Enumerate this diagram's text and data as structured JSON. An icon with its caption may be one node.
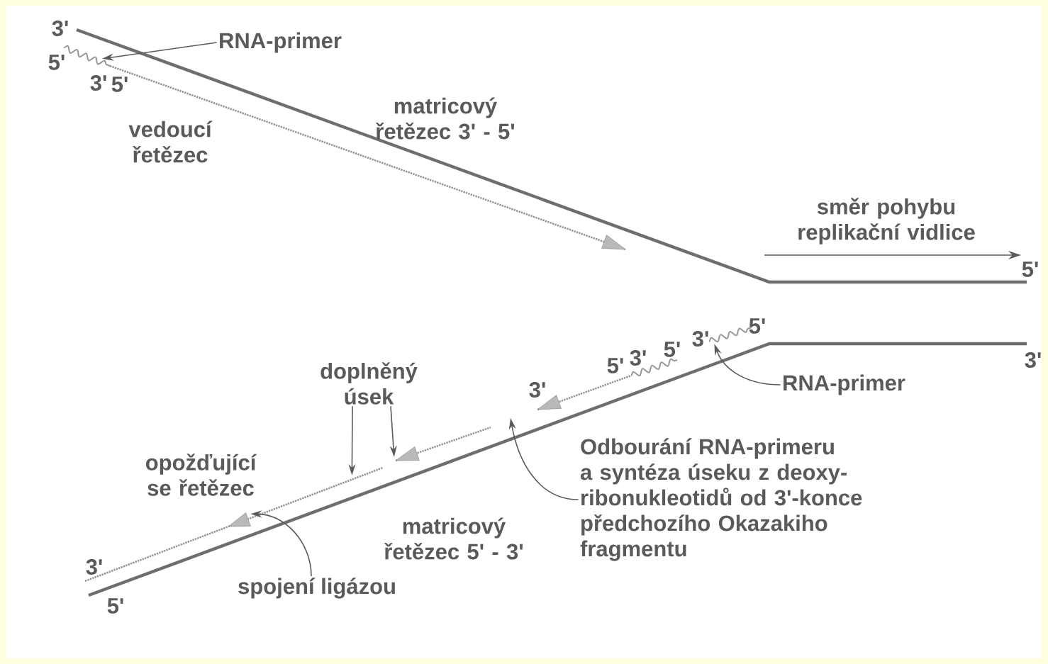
{
  "diagram": {
    "nodes": [
      {
        "text": [
          "RNA-primer"
        ]
      },
      {
        "text": [
          "RNA-primer"
        ]
      },
      {
        "text": [
          "doplněný úsek"
        ]
      },
      {
        "text": [
          "Odbourání RNA-primeru a syntéza úseku z deoxy-ribonukleotidů od 3'-konce předchozího Okazakiho fragmentu"
        ]
      },
      {
        "text": [
          "spojení ligázou"
        ]
      },
      {
        "text": [],
        "shape": "line"
      },
      {
        "text": [],
        "shape": "line"
      },
      {
        "text": [],
        "shape": "line"
      },
      {
        "text": [],
        "shape": "line"
      },
      {
        "text": [],
        "shape": "line"
      },
      {
        "text": [],
        "shape": "line"
      },
      {
        "text": [],
        "shape": "line"
      }
    ],
    "edges": [
      {
        "from": 0,
        "to": 5,
        "arrow": "to"
      },
      {
        "from": 1,
        "to": 6,
        "arrow": "to"
      },
      {
        "from": 2,
        "to": 8,
        "arrow": "to"
      },
      {
        "from": 2,
        "to": 7,
        "arrow": "to"
      },
      {
        "from": 3,
        "to": null,
        "arrow": "to"
      },
      {
        "from": 4,
        "to": 8,
        "arrow": "to"
      }
    ],
    "labels": [
      "3'",
      "5'",
      "3'",
      "5'",
      "matricový řetězec 3' - 5'",
      "vedoucí řetězec",
      "směr pohybu replikační vidlice",
      "5'",
      "5'",
      "3'",
      "5'",
      "3'",
      "5'",
      "3'",
      "3'",
      "opožďující se řetězec",
      "matricový řetězec 5' - 3'",
      "3'",
      "5'"
    ]
  }
}
